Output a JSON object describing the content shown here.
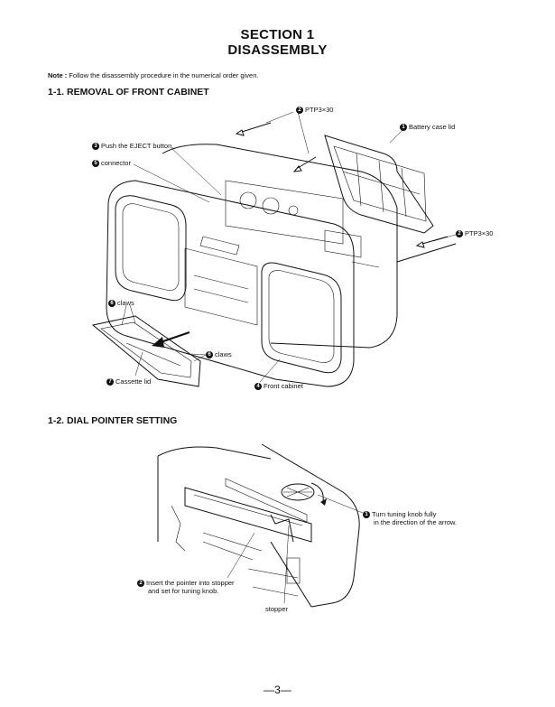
{
  "header": {
    "section": "SECTION 1",
    "title": "DISASSEMBLY"
  },
  "note": {
    "label": "Note :",
    "text": "Follow the disassembly procedure in the numerical order given."
  },
  "section1": {
    "heading": "1-1.  REMOVAL OF FRONT CABINET",
    "callouts": [
      {
        "num": "2",
        "text": "PTP3×30"
      },
      {
        "num": "1",
        "text": "Battery case lid"
      },
      {
        "num": "3",
        "text": "Push the EJECT button."
      },
      {
        "num": "5",
        "text": "connector"
      },
      {
        "num": "2",
        "text": "PTP3×30"
      },
      {
        "num": "6",
        "text": "claws"
      },
      {
        "num": "6",
        "text": "claws"
      },
      {
        "num": "7",
        "text": "Cassette lid"
      },
      {
        "num": "4",
        "text": "Front cabinet"
      }
    ]
  },
  "section2": {
    "heading": "1-2.  DIAL POINTER SETTING",
    "callouts": [
      {
        "num": "1",
        "text": "Turn tuning knob fully",
        "text2": "in the direction of the arrow."
      },
      {
        "num": "2",
        "text": "Insert the pointer into stopper",
        "text2": "and set for tuning knob."
      },
      {
        "num": "",
        "text": "stopper"
      }
    ]
  },
  "footer": {
    "page": "—3—"
  }
}
